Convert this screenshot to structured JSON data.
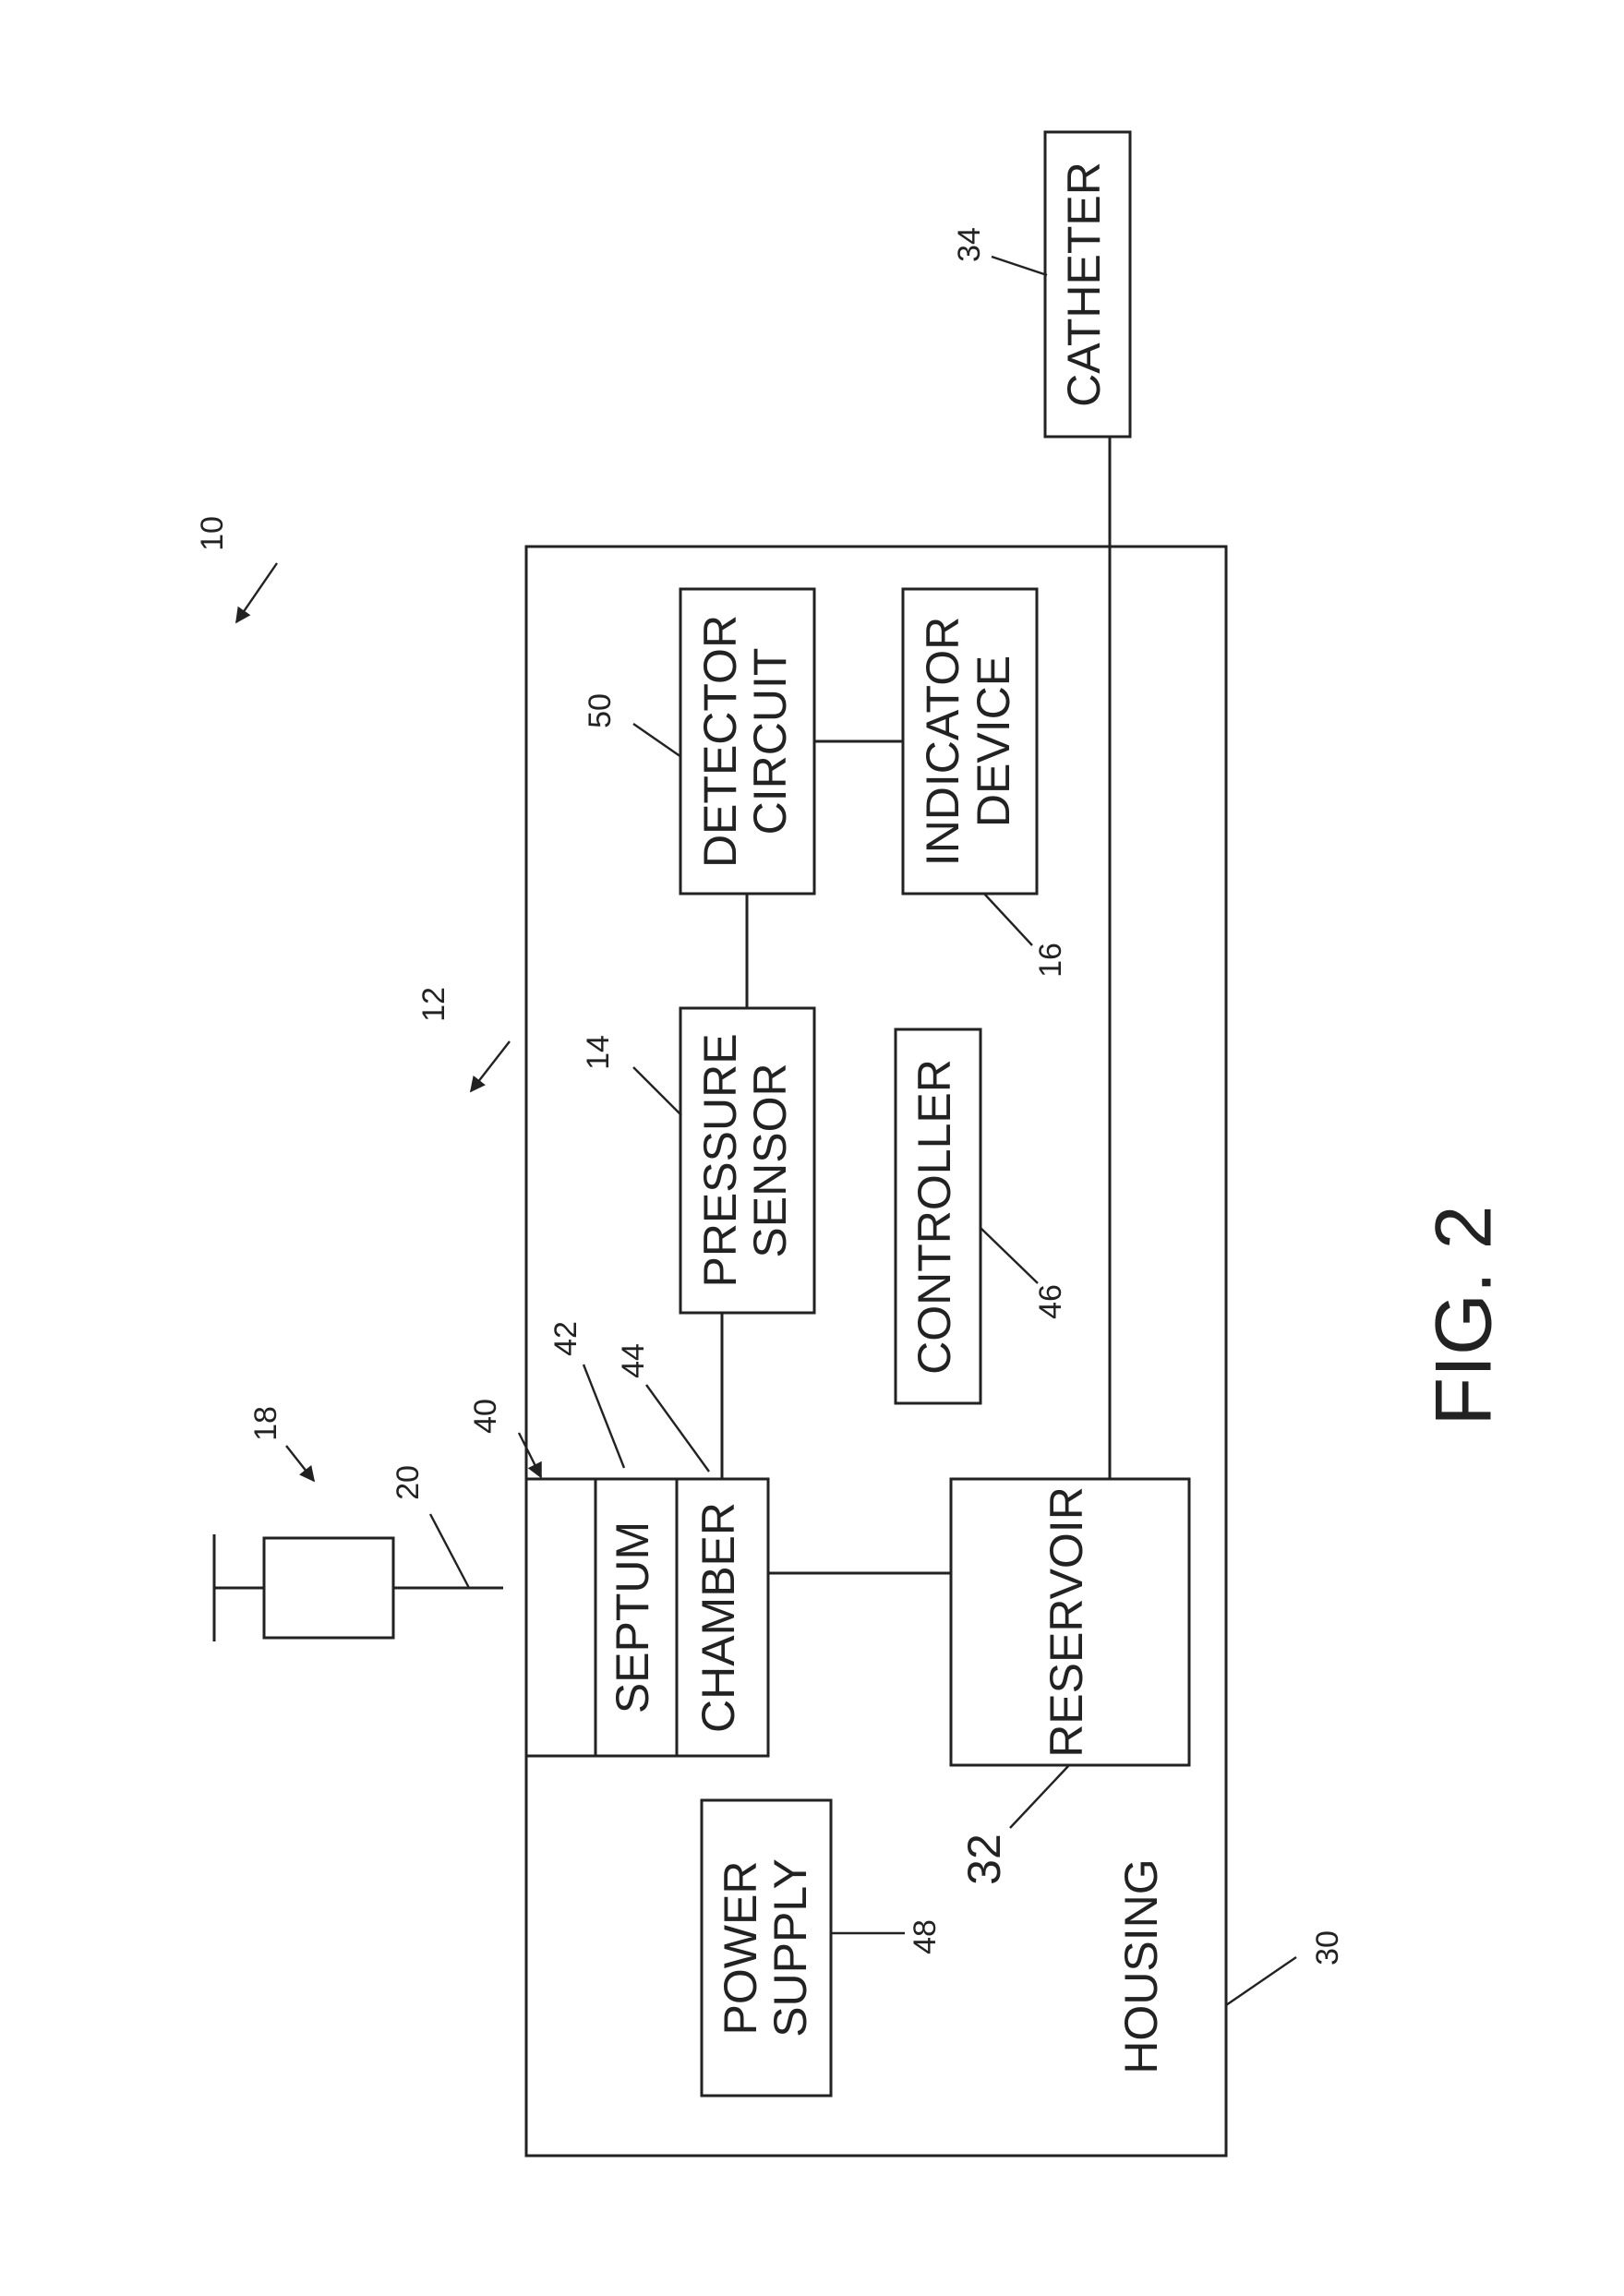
{
  "figure": {
    "caption": "FIG. 2",
    "refs": {
      "system": "10",
      "device": "12",
      "syringe": "18",
      "needle": "20",
      "port": "40",
      "housing": "30"
    },
    "blocks": {
      "catheter": {
        "label": "CATHETER",
        "ref": "34"
      },
      "detector_circuit": {
        "line1": "DETECTOR",
        "line2": "CIRCUIT",
        "ref": "50"
      },
      "indicator_device": {
        "line1": "INDICATOR",
        "line2": "DEVICE",
        "ref": "16"
      },
      "pressure_sensor": {
        "line1": "PRESSURE",
        "line2": "SENSOR",
        "ref": "14"
      },
      "controller": {
        "label": "CONTROLLER",
        "ref": "46"
      },
      "septum": {
        "label": "SEPTUM",
        "ref": "42"
      },
      "chamber": {
        "label": "CHAMBER",
        "ref": "44"
      },
      "reservoir": {
        "label": "RESERVOIR",
        "ref": "32"
      },
      "power_supply": {
        "line1": "POWER",
        "line2": "SUPPLY",
        "ref": "48"
      },
      "housing": {
        "label": "HOUSING"
      }
    }
  }
}
